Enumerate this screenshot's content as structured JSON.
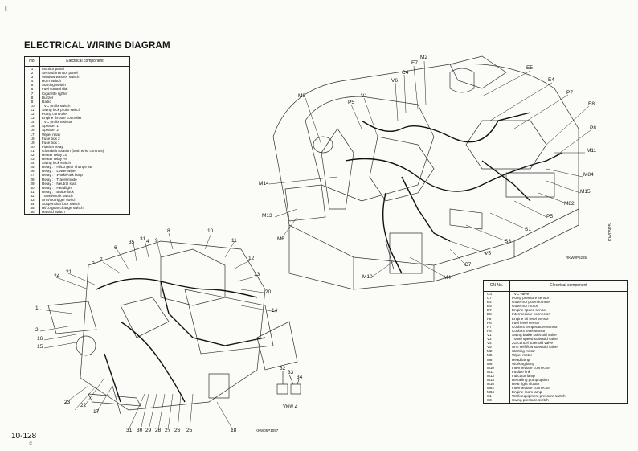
{
  "corner_mark": "I",
  "title": "ELECTRICAL WIRING DIAGRAM",
  "page_number": "10-128",
  "page_sub": "①",
  "side_code": "KW05P5",
  "view_label": "View Z",
  "figure_codes": {
    "upper": "RKW0P5285",
    "lower": "KKW05P1097"
  },
  "table_a": {
    "headers": [
      "No.",
      "Electrical component"
    ],
    "rows": [
      [
        "1",
        "Monitor panel"
      ],
      [
        "2",
        "Second monitor panel"
      ],
      [
        "3",
        "Window washer switch"
      ],
      [
        "4",
        "Horn switch"
      ],
      [
        "5",
        "Starting switch"
      ],
      [
        "6",
        "Fuel control dial"
      ],
      [
        "7",
        "Cigarette lighter"
      ],
      [
        "8",
        "Buzzer"
      ],
      [
        "9",
        "Radio"
      ],
      [
        "10",
        "TVC prolix switch"
      ],
      [
        "11",
        "Swing lock prolix switch"
      ],
      [
        "12",
        "Pump controller"
      ],
      [
        "13",
        "Engine throttle controller"
      ],
      [
        "14",
        "TVC prolix resistor"
      ],
      [
        "15",
        "Speaker 1"
      ],
      [
        "16",
        "Speaker 2"
      ],
      [
        "17",
        "Wiper relay"
      ],
      [
        "18",
        "Fuse box 2"
      ],
      [
        "19",
        "Fuse box 1"
      ],
      [
        "20",
        "Flasher relay"
      ],
      [
        "21",
        "Glassbelt rotation (both wrist controls)"
      ],
      [
        "22",
        "Heater relay Lo"
      ],
      [
        "23",
        "Heater relay Hi"
      ],
      [
        "24",
        "Swing lock switch"
      ],
      [
        "25",
        "Relay : - Hi/Lo gear change sw"
      ],
      [
        "26",
        "Relay : - Lower wiper"
      ],
      [
        "27",
        "Relay : - Work/Park lamp"
      ],
      [
        "28",
        "Relay : - Travel mode"
      ],
      [
        "29",
        "Relay : - Neutral start"
      ],
      [
        "30",
        "Relay : - Headlight"
      ],
      [
        "31",
        "Relay : - Brake lock"
      ],
      [
        "32",
        "Travel/Work switch"
      ],
      [
        "33",
        "Arm/Outrigger switch"
      ],
      [
        "34",
        "Suspension lock switch"
      ],
      [
        "35",
        "Hi/Lo gear change switch"
      ],
      [
        "36",
        "Hazard switch"
      ]
    ]
  },
  "table_b": {
    "headers": [
      "CN No.",
      "Electrical component"
    ],
    "rows": [
      [
        "C4",
        "TVC valve"
      ],
      [
        "C7",
        "Pump pressure sensor"
      ],
      [
        "E4",
        "Governor potentiometer"
      ],
      [
        "E5",
        "Governor motor"
      ],
      [
        "E7",
        "Engine speed sensor"
      ],
      [
        "E8",
        "Intermediate connector"
      ],
      [
        "F6",
        "Engine oil level sensor"
      ],
      [
        "P6",
        "Fuel level sensor"
      ],
      [
        "P7",
        "Coolant temperature sensor"
      ],
      [
        "P8",
        "Coolant level sensor"
      ],
      [
        "V1",
        "Swing brake solenoid valve"
      ],
      [
        "V2",
        "Travel speed solenoid valve"
      ],
      [
        "V4",
        "2G cancel solenoid valve"
      ],
      [
        "V5",
        "Arm self flow solenoid valve"
      ],
      [
        "M2",
        "Starting motor"
      ],
      [
        "M5",
        "Wiper motor"
      ],
      [
        "M8",
        "Head lamp"
      ],
      [
        "M9",
        "Working lamp"
      ],
      [
        "M10",
        "Intermediate connector"
      ],
      [
        "M11",
        "Fusible link"
      ],
      [
        "M13",
        "Indicator lamp"
      ],
      [
        "M14",
        "Refueling pump option"
      ],
      [
        "M16",
        "Rear light cluster"
      ],
      [
        "M82",
        "Intermediate connector"
      ],
      [
        "M84",
        "Engine room lamp"
      ],
      [
        "S1",
        "Work equipment pressure switch"
      ],
      [
        "S3",
        "Swing pressure switch"
      ]
    ]
  },
  "callouts_upper": [
    "M9",
    "P5",
    "V1",
    "V6",
    "C4",
    "E7",
    "M2",
    "E5",
    "E4",
    "P7",
    "E8",
    "P8",
    "M11",
    "M84",
    "M15",
    "M82",
    "P5",
    "S1",
    "S3",
    "V5",
    "C7",
    "M4",
    "M10",
    "M13",
    "M8",
    "M14"
  ],
  "callouts_lower": [
    "8",
    "9",
    "10",
    "11",
    "12",
    "13",
    "35",
    "31",
    "7",
    "6",
    "5",
    "4",
    "21",
    "24",
    "1",
    "2",
    "16",
    "15",
    "20",
    "14",
    "17",
    "22",
    "23",
    "31",
    "30",
    "29",
    "28",
    "27",
    "26",
    "25",
    "18",
    "32",
    "33",
    "34"
  ]
}
